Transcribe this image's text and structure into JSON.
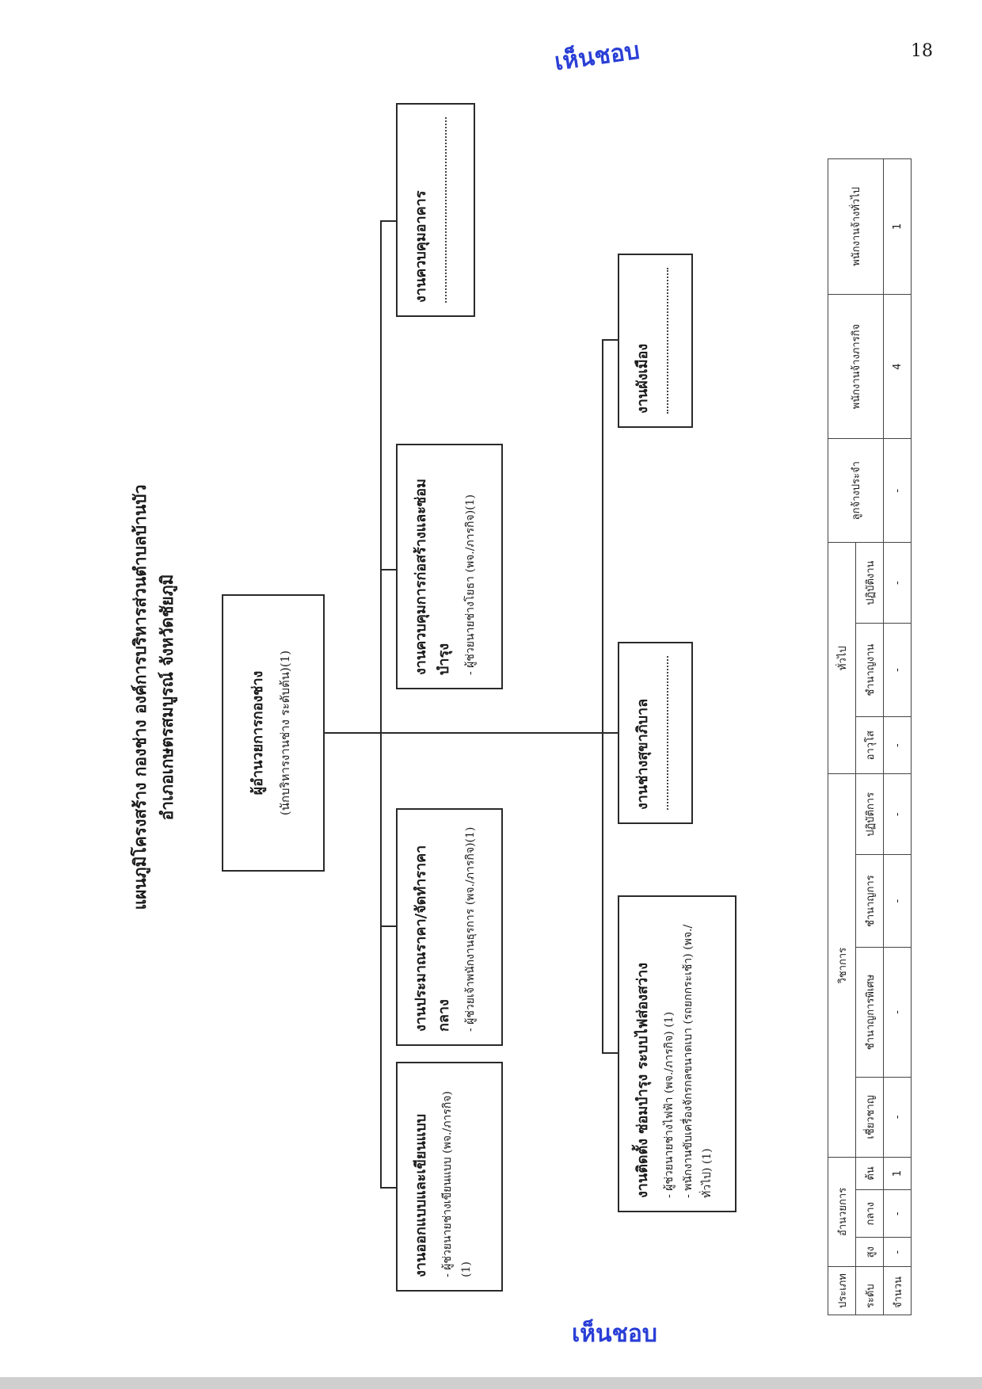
{
  "page_number": "18",
  "stamp_text": "เห็นชอบ",
  "title": {
    "line1": "แผนภูมิโครงสร้าง  กองช่าง  องค์การบริหารส่วนตำบลบ้านบัว",
    "line2": "อำเภอเกษตรสมบูรณ์ จังหวัดชัยภูมิ"
  },
  "head_box": {
    "title": "ผู้อำนวยการกองช่าง",
    "sub": "(นักบริหารงานช่าง ระดับต้น)(1)"
  },
  "upper_units": [
    {
      "title": "งานออกแบบและเขียนแบบ",
      "items": [
        "- ผู้ช่วยนายช่างเขียนแบบ (พจ./ภารกิจ)(1)"
      ]
    },
    {
      "title": "งานประมาณราคา/จัดทำราคากลาง",
      "items": [
        "- ผู้ช่วยเจ้าพนักงานธุรการ (พจ./ภารกิจ)(1)"
      ]
    },
    {
      "title": "งานควบคุมการก่อสร้างและซ่อมบำรุง",
      "items": [
        "- ผู้ช่วยนายช่างโยธา (พจ./ภารกิจ)(1)"
      ]
    },
    {
      "title": "งานควบคุมอาคาร",
      "items": []
    }
  ],
  "lower_units": [
    {
      "title": "งานติดตั้ง ซ่อมบำรุง ระบบไฟส่องสว่าง",
      "items": [
        "- ผู้ช่วยนายช่างไฟฟ้า (พจ./ภารกิจ) (1)",
        "- พนักงานขับเครื่องจักรกลขนาดเบา (รถยกกระเช้า) (พจ./ทั่วไป) (1)"
      ]
    },
    {
      "title": "งานช่างสุขาภิบาล",
      "items": []
    },
    {
      "title": "งานผังเมือง",
      "items": []
    }
  ],
  "summary_table": {
    "header_row": [
      "ประเภท",
      "อำนวยการ",
      "วิชาการ",
      "ทั่วไป",
      "ลูกจ้างประจำ",
      "พนักงานจ้างภารกิจ",
      "พนักงานจ้างทั่วไป"
    ],
    "level_label": "ระดับ",
    "levels": [
      "สูง",
      "กลาง",
      "ต้น",
      "เชี่ยวชาญ",
      "ชำนาญการพิเศษ",
      "ชำนาญการ",
      "ปฏิบัติการ",
      "อาวุโส",
      "ชำนาญงาน",
      "ปฏิบัติงาน"
    ],
    "count_label": "จำนวน",
    "counts": [
      "-",
      "-",
      "1",
      "-",
      "-",
      "-",
      "-",
      "-",
      "-",
      "-",
      "-",
      "4",
      "1"
    ]
  }
}
